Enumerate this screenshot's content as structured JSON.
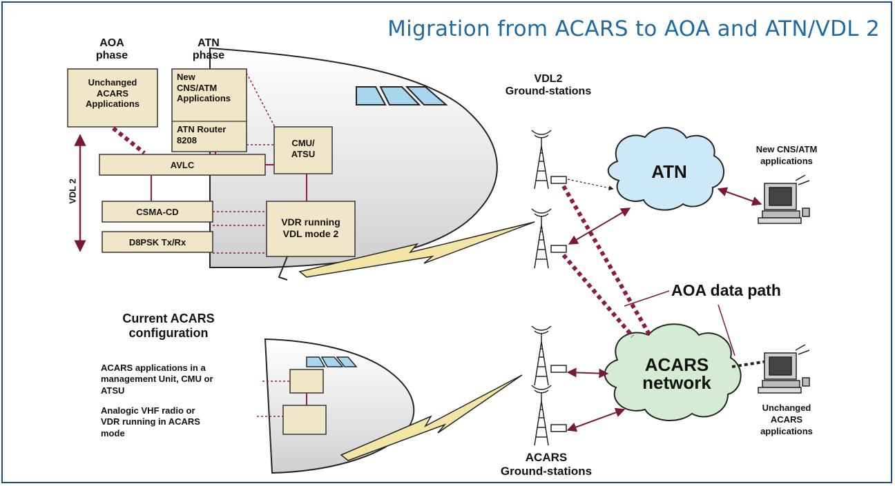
{
  "title": "Migration from ACARS to AOA and ATN/VDL 2",
  "phases": {
    "aoa": {
      "heading_line1": "AOA",
      "heading_line2": "phase"
    },
    "atn": {
      "heading_line1": "ATN",
      "heading_line2": "phase"
    }
  },
  "boxes": {
    "unchanged_acars_apps": [
      "Unchanged",
      "ACARS",
      "Applications"
    ],
    "new_cns_atm_apps": [
      "New",
      "CNS/ATM",
      "Applications"
    ],
    "atn_router": [
      "ATN Router",
      "8208"
    ],
    "cmu_atsu": [
      "CMU/",
      "ATSU"
    ],
    "avlc": "AVLC",
    "csma_cd": "CSMA-CD",
    "d8psk": "D8PSK Tx/Rx",
    "vdr": [
      "VDR running",
      "VDL mode 2"
    ]
  },
  "vdl2_axis_label": "VDL 2",
  "vdl2_ground_stations": [
    "VDL2",
    "Ground-stations"
  ],
  "atn_cloud": "ATN",
  "new_cns_atm_applications": [
    "New CNS/ATM",
    "applications"
  ],
  "aoa_data_path": "AOA data path",
  "current_acars": [
    "Current ACARS",
    "configuration"
  ],
  "acars_apps_note": [
    "ACARS applications in a",
    "management Unit, CMU or",
    "ATSU"
  ],
  "vhf_radio_note": [
    "Analogic VHF radio or",
    "VDR running in ACARS",
    "mode"
  ],
  "acars_network": [
    "ACARS",
    "network"
  ],
  "unchanged_acars_applications": [
    "Unchanged",
    "ACARS",
    "applications"
  ],
  "acars_ground_stations": [
    "ACARS",
    "Ground-stations"
  ],
  "colors": {
    "title": "#1f6aa5",
    "frame": "#1a4f7a",
    "box_fill": "#f2e6c9",
    "link_line": "#9b2a4f",
    "dotted_path": "#8e1a43",
    "atn_cloud": "#cde9f7",
    "acars_cloud": "#d5ecd4",
    "lightning": "#f2e5a6"
  }
}
